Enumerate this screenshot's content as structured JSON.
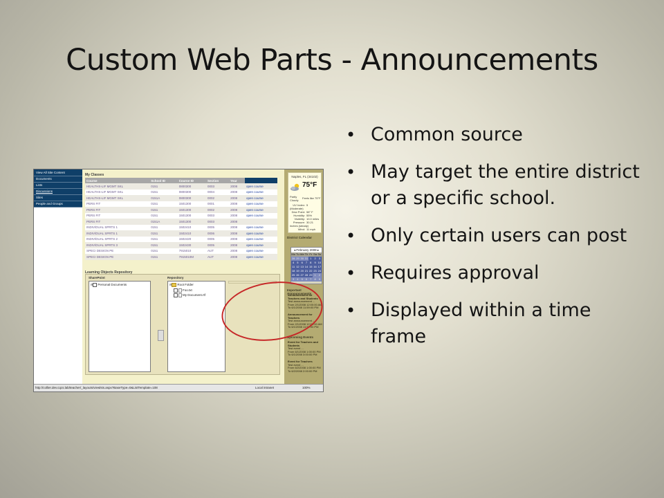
{
  "slide": {
    "title": "Custom Web Parts - Announcements",
    "bullets": [
      "Common source",
      "May target the entire district or a specific school.",
      "Only certain users can post",
      "Requires approval",
      "Displayed within a time frame"
    ]
  },
  "screenshot": {
    "nav": [
      "View All Site Content",
      "Documents",
      "Lists",
      "Discussions",
      "Sites",
      "People and Groups"
    ],
    "my_classes": {
      "title": "My Classes",
      "columns": [
        "Course",
        "School ID",
        "Course ID",
        "Section",
        "Year"
      ],
      "rows": [
        [
          "HEALTHS-LIF MGMT SKL",
          "0151",
          "0800300",
          "0003",
          "2008",
          "open course"
        ],
        [
          "HEALTHS-LIF MGMT SKL",
          "0151",
          "0800300",
          "0004",
          "2008",
          "open course"
        ],
        [
          "HEALTHS-LIF MGMT SKL",
          "0151A",
          "0800300",
          "0002",
          "2008",
          "open course"
        ],
        [
          "PERS FIT",
          "0151",
          "1501300",
          "0001",
          "2008",
          "open course"
        ],
        [
          "PERS FIT",
          "0151",
          "1501300",
          "0002",
          "2008",
          "open course"
        ],
        [
          "PERS FIT",
          "0151",
          "1501300",
          "0003",
          "2008",
          "open course"
        ],
        [
          "PERS FIT",
          "0151A",
          "1501300",
          "0003",
          "2008",
          ""
        ],
        [
          "INDIV/DUAL SPRTS 1",
          "0151",
          "1502410",
          "0005",
          "2008",
          "open course"
        ],
        [
          "INDIV/DUAL SPRTS 1",
          "0151",
          "1502410",
          "0006",
          "2008",
          "open course"
        ],
        [
          "INDIV/DUAL SPRTS 2",
          "0151",
          "1502420",
          "0005",
          "2008",
          "open course"
        ],
        [
          "INDIV/DUAL SPRTS 3",
          "0151",
          "1502430",
          "0005",
          "2008",
          "open course"
        ],
        [
          "SPECI DESIGN PE",
          "0151",
          "7915010",
          "AUT",
          "2008",
          "open course"
        ],
        [
          "SPECI DESIGN PE",
          "0151",
          "7915010M",
          "AUT",
          "2008",
          "open course"
        ]
      ]
    },
    "repository": {
      "title": "Learning Objects Repository",
      "left_label": "SharePoint",
      "right_label": "Repository",
      "left_items": [
        "Personal Documents"
      ],
      "root": "Root Folder",
      "files": [
        "Foo.txt",
        "My Document.rtf"
      ]
    },
    "weather": {
      "city": "Naples, FL (34102)",
      "temp": "75°F",
      "condition": "Partly Cloudy",
      "feels": "Feels like 75°F",
      "stats": [
        [
          "UV Index:",
          "5 (Moderate)"
        ],
        [
          "Dew Point:",
          "58° F"
        ],
        [
          "Humidity:",
          "55%"
        ],
        [
          "Visibility:",
          "10.0 miles"
        ],
        [
          "Pressure:",
          "30.21 inches (steady)"
        ],
        [
          "Wind:",
          "11 mph"
        ]
      ]
    },
    "calendar": {
      "header": "District Calendar",
      "month": "February 2008",
      "days": [
        "Mo",
        "Tu",
        "We",
        "Th",
        "Fr",
        "Sa",
        "Su"
      ],
      "dates": [
        "28",
        "29",
        "30",
        "31",
        "1",
        "2",
        "3",
        "4",
        "5",
        "6",
        "7",
        "8",
        "9",
        "10",
        "11",
        "12",
        "13",
        "14",
        "15",
        "16",
        "17",
        "18",
        "19",
        "20",
        "21",
        "22",
        "23",
        "24",
        "25",
        "26",
        "27",
        "28",
        "29",
        "1",
        "2",
        "3",
        "4",
        "5",
        "6",
        "7",
        "8",
        "9"
      ]
    },
    "announcements": {
      "header": "Important Announcements",
      "items": [
        {
          "title": "Announcement for Teachers and Students",
          "body": "Test announcement ...",
          "range": "From 2/1/2008 12:00:00 AM To 6/1/2008 11:59:00 PM"
        },
        {
          "title": "Announcement for Teachers",
          "body": "Test announcement ...",
          "range": "From 2/1/2008 12:00:00 AM To 6/1/2008 11:59:00 PM"
        }
      ]
    },
    "events": {
      "header": "Upcoming Events",
      "items": [
        {
          "title": "Event for Teachers and Students",
          "body": "Test event ...",
          "range": "From 6/1/2008 1:00:00 PM To 6/1/2008 3:00:00 PM"
        },
        {
          "title": "Event for Teachers",
          "body": "Test event ...",
          "range": "From 6/2/2008 1:00:00 PM To 6/2/2008 2:00:00 PM"
        }
      ]
    },
    "status": {
      "url": "http://collier.dev.cqcs.lab/teacher/_layouts/viewlsts.aspx?BaseType=0&ListTemplate=108",
      "zone": "Local intranet",
      "zoom": "100%"
    }
  }
}
